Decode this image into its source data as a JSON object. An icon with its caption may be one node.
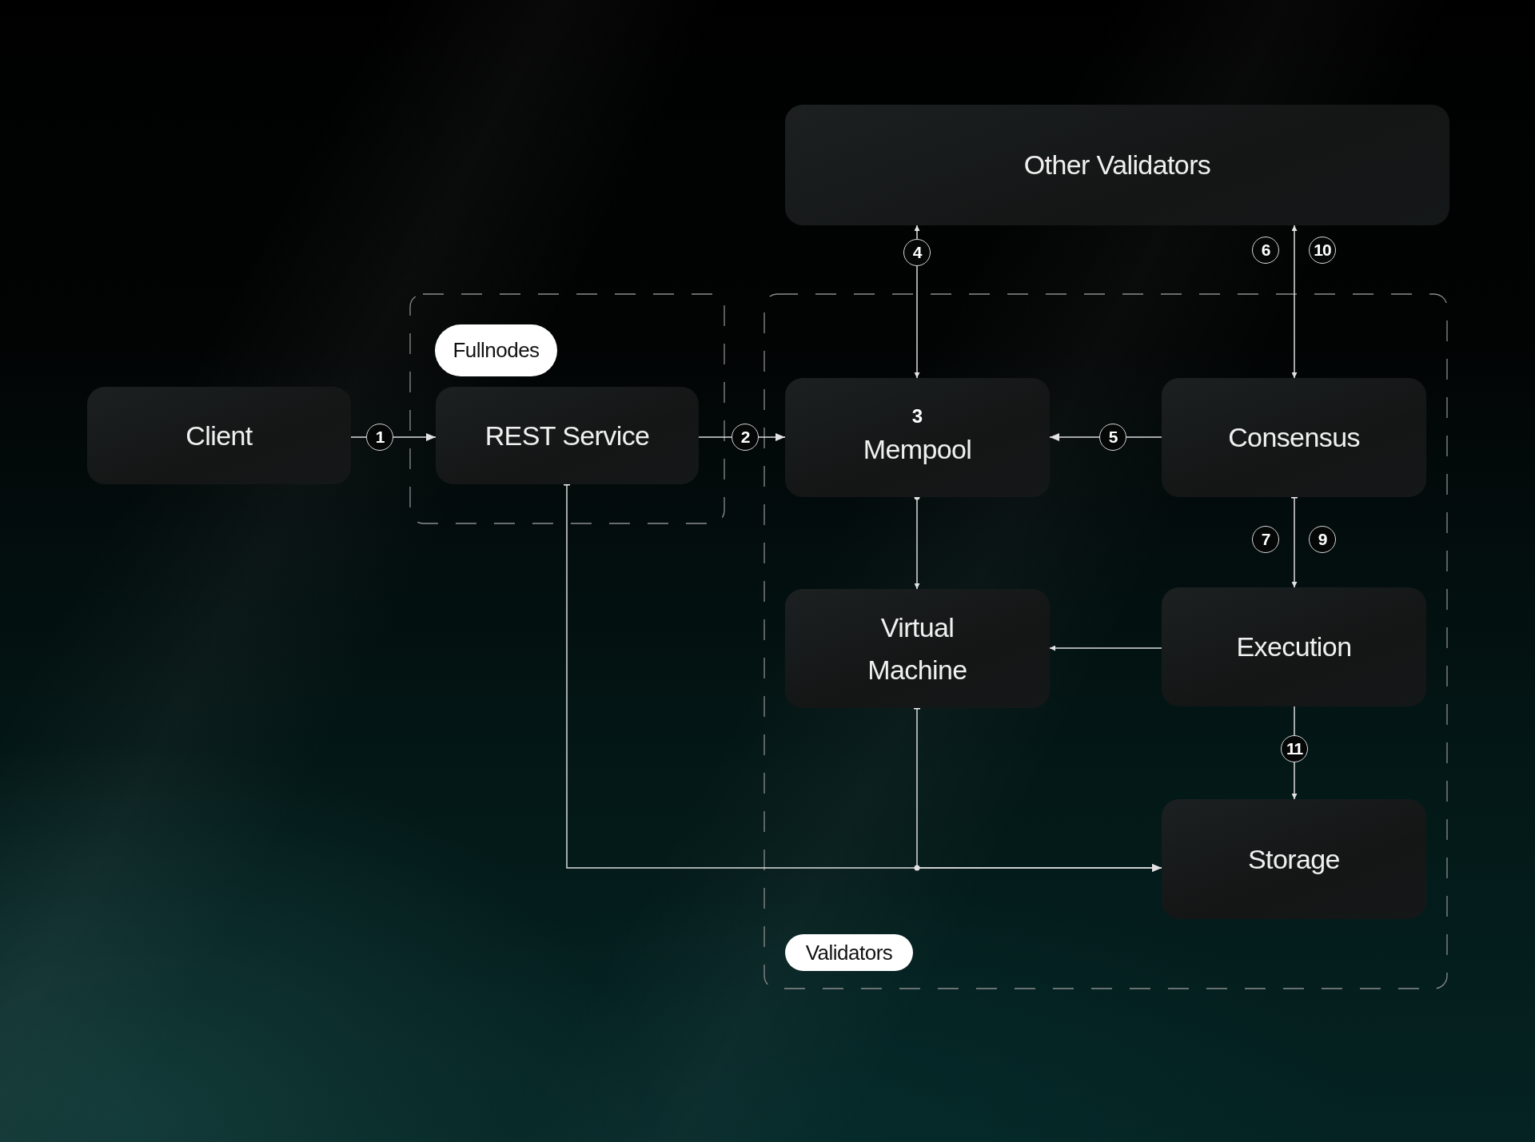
{
  "diagram": {
    "nodes": [
      {
        "text": [
          "Other Validators"
        ]
      },
      {
        "text": [
          "Fullnodes"
        ]
      },
      {
        "text": [
          "Validators"
        ]
      },
      {
        "text": [
          "Client"
        ]
      },
      {
        "text": [
          "REST Service"
        ],
        "in": 1
      },
      {
        "text": [
          "3",
          "Mempool"
        ],
        "in": 2
      },
      {
        "text": [
          "Consensus"
        ],
        "in": 2
      },
      {
        "text": [
          "Virtual Machine"
        ],
        "in": 2
      },
      {
        "text": [
          "Execution"
        ],
        "in": 2
      },
      {
        "text": [
          "Storage"
        ],
        "in": 2
      }
    ],
    "edges": [
      {
        "from": 3,
        "to": 4,
        "arrow": "to",
        "label": "1"
      },
      {
        "from": 4,
        "to": 5,
        "arrow": "to",
        "label": "2"
      },
      {
        "from": 5,
        "to": 0,
        "arrow": "both",
        "label": "4"
      },
      {
        "from": 6,
        "to": 5,
        "arrow": "to",
        "label": "5"
      },
      {
        "from": 6,
        "to": 0,
        "arrow": "both",
        "label": "6"
      },
      {
        "from": 6,
        "to": 8,
        "arrow": "to",
        "label": "7"
      },
      {
        "from": 8,
        "to": 7,
        "arrow": "to"
      },
      {
        "from": 5,
        "to": 7,
        "arrow": "to"
      },
      {
        "from": 8,
        "to": 9,
        "arrow": "to",
        "label": "11"
      },
      {
        "from": 4,
        "to": 9,
        "arrow": "to"
      },
      {
        "from": 7,
        "to": 9,
        "arrow": "to"
      }
    ],
    "labels": [
      "10",
      "9"
    ]
  }
}
